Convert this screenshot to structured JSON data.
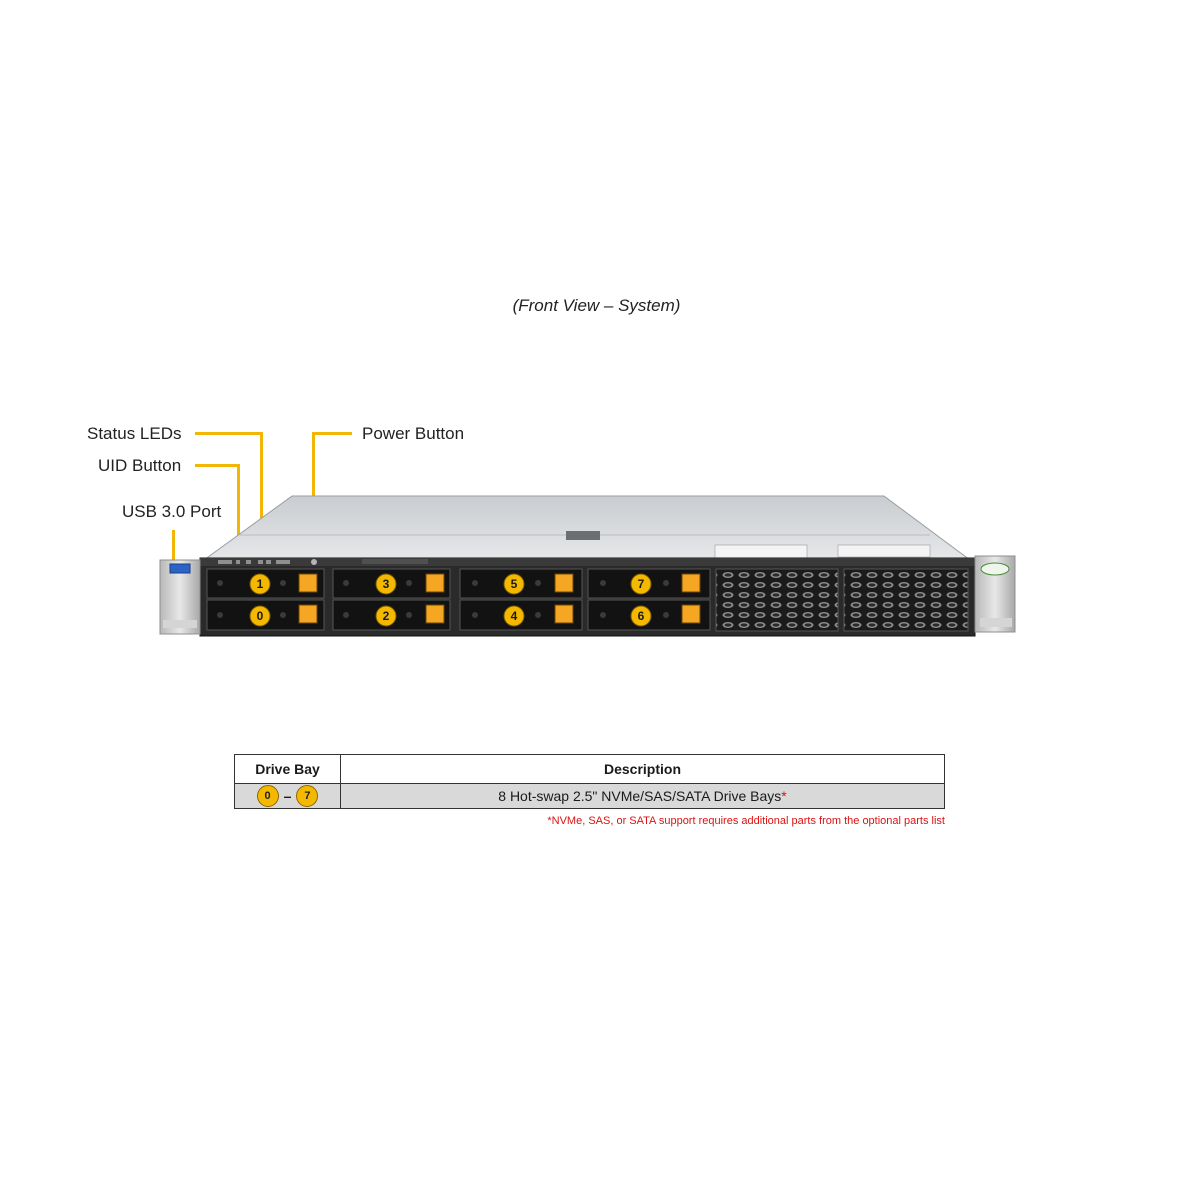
{
  "caption": "(Front View – System)",
  "callouts": {
    "status_leds": "Status LEDs",
    "uid_button": "UID Button",
    "usb_port": "USB 3.0 Port",
    "power_button": "Power Button"
  },
  "drive_bays": {
    "top_row": [
      "1",
      "3",
      "5",
      "7"
    ],
    "bottom_row": [
      "0",
      "2",
      "4",
      "6"
    ]
  },
  "table": {
    "headers": [
      "Drive Bay",
      "Description"
    ],
    "row": {
      "range_start": "0",
      "range_sep": "–",
      "range_end": "7",
      "description": "8 Hot-swap 2.5\" NVMe/SAS/SATA Drive Bays",
      "asterisk": "*"
    },
    "footnote": "*NVMe, SAS, or SATA support requires additional parts from the optional parts list"
  },
  "colors": {
    "accent": "#f2b705",
    "note": "#dd1111"
  }
}
